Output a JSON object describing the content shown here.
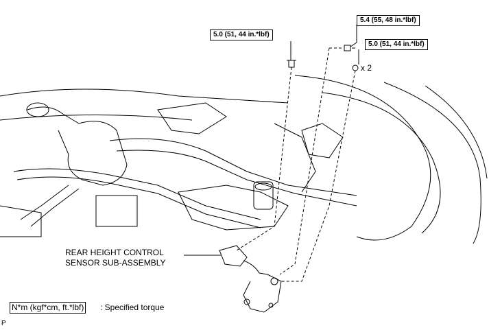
{
  "torques": {
    "left_bolt": "5.0 (51, 44 in.*lbf)",
    "top_right_bolt": "5.4 (55, 48 in.*lbf)",
    "right_nut": "5.0 (51, 44 in.*lbf)"
  },
  "quantity": "x 2",
  "part_label": {
    "line1": "REAR HEIGHT CONTROL",
    "line2": "SENSOR SUB-ASSEMBLY"
  },
  "legend": {
    "unit": "N*m (kgf*cm, ft.*lbf)",
    "text": ": Specified torque"
  },
  "corner_mark": "P"
}
